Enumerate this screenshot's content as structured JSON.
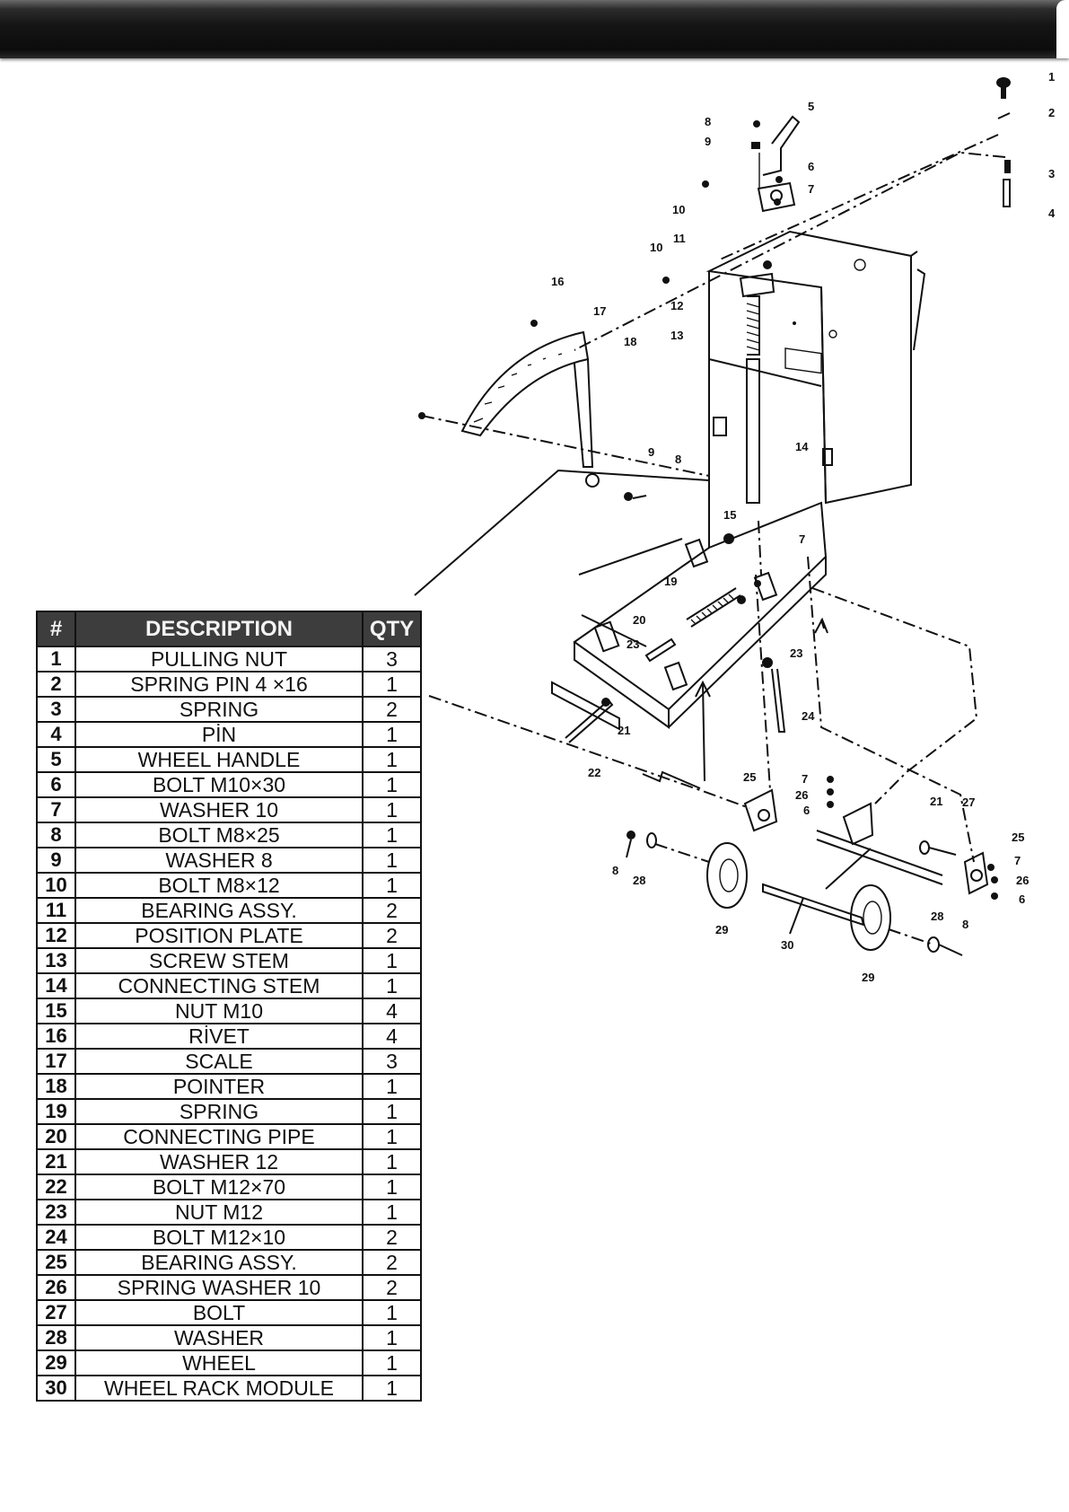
{
  "table": {
    "headers": {
      "num": "#",
      "description": "DESCRIPTION",
      "qty": "QTY"
    },
    "rows": [
      {
        "num": "1",
        "description": "PULLING NUT",
        "qty": "3"
      },
      {
        "num": "2",
        "description": "SPRING PIN 4 ×16",
        "qty": "1"
      },
      {
        "num": "3",
        "description": "SPRING",
        "qty": "2"
      },
      {
        "num": "4",
        "description": "PİN",
        "qty": "1"
      },
      {
        "num": "5",
        "description": "WHEEL HANDLE",
        "qty": "1"
      },
      {
        "num": "6",
        "description": "BOLT M10×30",
        "qty": "1"
      },
      {
        "num": "7",
        "description": "WASHER 10",
        "qty": "1"
      },
      {
        "num": "8",
        "description": "BOLT M8×25",
        "qty": "1"
      },
      {
        "num": "9",
        "description": "WASHER 8",
        "qty": "1"
      },
      {
        "num": "10",
        "description": "BOLT M8×12",
        "qty": "1"
      },
      {
        "num": "11",
        "description": "BEARING ASSY.",
        "qty": "2"
      },
      {
        "num": "12",
        "description": "POSITION PLATE",
        "qty": "2"
      },
      {
        "num": "13",
        "description": "SCREW STEM",
        "qty": "1"
      },
      {
        "num": "14",
        "description": "CONNECTING STEM",
        "qty": "1"
      },
      {
        "num": "15",
        "description": "NUT M10",
        "qty": "4"
      },
      {
        "num": "16",
        "description": "RİVET",
        "qty": "4"
      },
      {
        "num": "17",
        "description": "SCALE",
        "qty": "3"
      },
      {
        "num": "18",
        "description": "POINTER",
        "qty": "1"
      },
      {
        "num": "19",
        "description": "SPRING",
        "qty": "1"
      },
      {
        "num": "20",
        "description": "CONNECTING PIPE",
        "qty": "1"
      },
      {
        "num": "21",
        "description": "WASHER 12",
        "qty": "1"
      },
      {
        "num": "22",
        "description": "BOLT M12×70",
        "qty": "1"
      },
      {
        "num": "23",
        "description": "NUT M12",
        "qty": "1"
      },
      {
        "num": "24",
        "description": "BOLT M12×10",
        "qty": "2"
      },
      {
        "num": "25",
        "description": "BEARING ASSY.",
        "qty": "2"
      },
      {
        "num": "26",
        "description": "SPRING WASHER 10",
        "qty": "2"
      },
      {
        "num": "27",
        "description": "BOLT",
        "qty": "1"
      },
      {
        "num": "28",
        "description": "WASHER",
        "qty": "1"
      },
      {
        "num": "29",
        "description": "WHEEL",
        "qty": "1"
      },
      {
        "num": "30",
        "description": "WHEEL RACK MODULE",
        "qty": "1"
      }
    ]
  },
  "diagram": {
    "callouts": [
      "1",
      "2",
      "3",
      "4",
      "5",
      "6",
      "7",
      "8",
      "9",
      "10",
      "10",
      "11",
      "12",
      "13",
      "14",
      "15",
      "16",
      "17",
      "18",
      "19",
      "20",
      "21",
      "21",
      "22",
      "23",
      "23",
      "24",
      "25",
      "25",
      "26",
      "26",
      "27",
      "28",
      "28",
      "29",
      "29",
      "30",
      "7",
      "7",
      "7",
      "8",
      "8",
      "8",
      "9",
      "6",
      "6"
    ]
  }
}
